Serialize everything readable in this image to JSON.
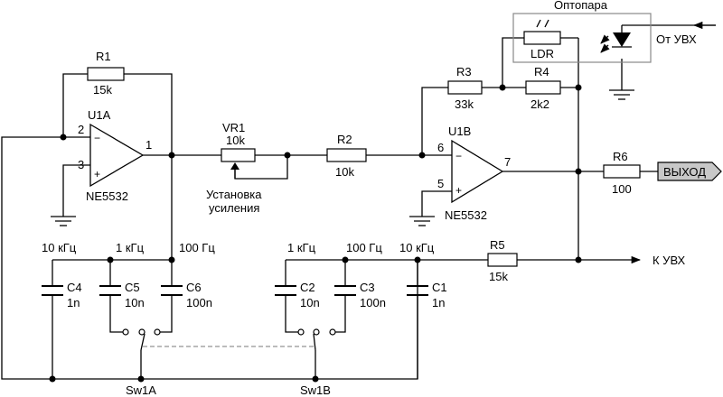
{
  "components": {
    "r1": {
      "ref": "R1",
      "value": "15k"
    },
    "r2": {
      "ref": "R2",
      "value": "10k"
    },
    "r3": {
      "ref": "R3",
      "value": "33k"
    },
    "r4": {
      "ref": "R4",
      "value": "2k2"
    },
    "r5": {
      "ref": "R5",
      "value": "15k"
    },
    "r6": {
      "ref": "R6",
      "value": "100"
    },
    "vr1": {
      "ref": "VR1",
      "value": "10k",
      "note_line1": "Установка",
      "note_line2": "усиления"
    },
    "c1": {
      "ref": "C1",
      "value": "1n"
    },
    "c2": {
      "ref": "C2",
      "value": "10n"
    },
    "c3": {
      "ref": "C3",
      "value": "100n"
    },
    "c4": {
      "ref": "C4",
      "value": "1n"
    },
    "c5": {
      "ref": "C5",
      "value": "10n"
    },
    "c6": {
      "ref": "C6",
      "value": "100n"
    },
    "u1a": {
      "ref": "U1A",
      "part": "NE5532",
      "pin_inv": "2",
      "pin_noninv": "3",
      "pin_out": "1"
    },
    "u1b": {
      "ref": "U1B",
      "part": "NE5532",
      "pin_inv": "6",
      "pin_noninv": "5",
      "pin_out": "7"
    },
    "sw1a": {
      "ref": "Sw1A"
    },
    "sw1b": {
      "ref": "Sw1B"
    },
    "optocoupler": {
      "title": "Оптопара",
      "ldr": "LDR"
    }
  },
  "signs": {
    "minus": "−",
    "plus": "+"
  },
  "freq_labels": {
    "left_10k": "10 кГц",
    "left_1k": "1 кГц",
    "left_100": "100 Гц",
    "right_1k": "1 кГц",
    "right_100": "100 Гц",
    "right_10k": "10 кГц"
  },
  "ports": {
    "from_amp": "От УВХ",
    "output": "ВЫХОД",
    "to_amp": "К УВХ"
  }
}
